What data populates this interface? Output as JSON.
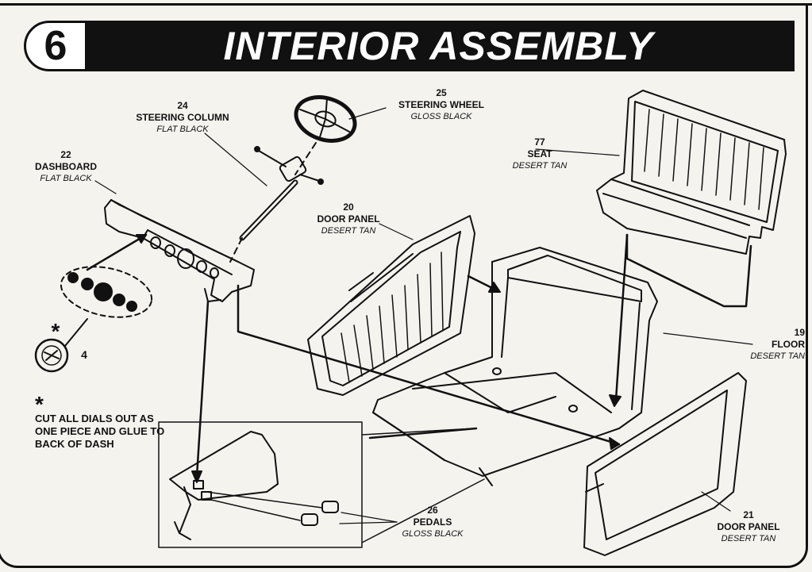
{
  "header": {
    "step_number": "6",
    "title": "INTERIOR ASSEMBLY"
  },
  "parts": {
    "dashboard": {
      "number": "22",
      "name": "DASHBOARD",
      "finish": "FLAT BLACK"
    },
    "steering_column": {
      "number": "24",
      "name": "STEERING COLUMN",
      "finish": "FLAT BLACK"
    },
    "steering_wheel": {
      "number": "25",
      "name": "STEERING WHEEL",
      "finish": "GLOSS BLACK"
    },
    "seat": {
      "number": "77",
      "name": "SEAT",
      "finish": "DESERT TAN"
    },
    "door_panel_left": {
      "number": "20",
      "name": "DOOR PANEL",
      "finish": "DESERT TAN"
    },
    "floor": {
      "number": "19",
      "name": "FLOOR",
      "finish": "DESERT TAN"
    },
    "door_panel_right": {
      "number": "21",
      "name": "DOOR PANEL",
      "finish": "DESERT TAN"
    },
    "pedals": {
      "number": "26",
      "name": "PEDALS",
      "finish": "GLOSS BLACK"
    }
  },
  "decal": {
    "number": "4"
  },
  "note": {
    "star": "*",
    "text": "CUT ALL DIALS OUT AS ONE PIECE AND GLUE TO BACK OF DASH"
  },
  "colors": {
    "ink": "#111111",
    "paper": "#f4f3ee",
    "title_bar": "#111111"
  }
}
